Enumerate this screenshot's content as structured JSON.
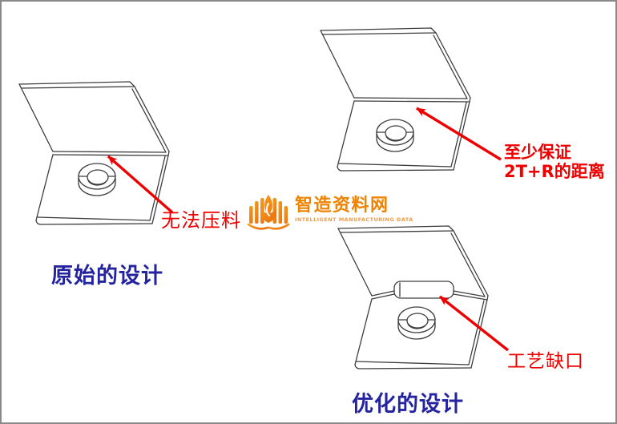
{
  "page": {
    "background": "#ffffff",
    "border_color": "#8a8a8a"
  },
  "colors": {
    "annotation_red": "#ee0000",
    "caption_navy": "#2424a0",
    "drawing_line": "#3d3d3d",
    "watermark_orange": "#ef8200"
  },
  "figures": {
    "original": {
      "caption": "原始的设计",
      "annotation": "无法压料"
    },
    "distance": {
      "annotation_line1": "至少保证",
      "annotation_line2": "2T+R的距离"
    },
    "optimized": {
      "caption": "优化的设计",
      "annotation": "工艺缺口"
    }
  },
  "watermark": {
    "title": "智造资料网",
    "subtitle": "INTELLIGENT MANUFACTURING DATA"
  }
}
